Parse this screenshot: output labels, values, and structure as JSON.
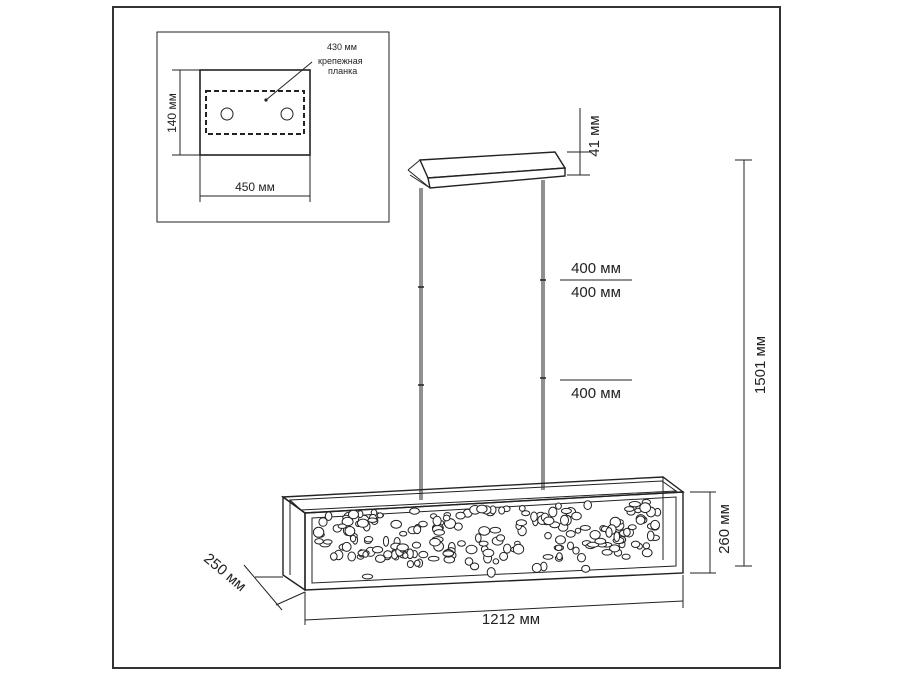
{
  "inset": {
    "canopy_width_label": "450 мм",
    "canopy_height_label": "140 мм",
    "plate_width_label": "430 мм",
    "plate_name_line1": "крепежная",
    "plate_name_line2": "планка"
  },
  "dimensions": {
    "canopy_height": "41 мм",
    "rod_segment_1": "400 мм",
    "rod_segment_2": "400 мм",
    "rod_segment_3": "400 мм",
    "total_height": "1501 мм",
    "frame_height": "260 мм",
    "frame_depth": "250 мм",
    "frame_length": "1212 мм"
  }
}
